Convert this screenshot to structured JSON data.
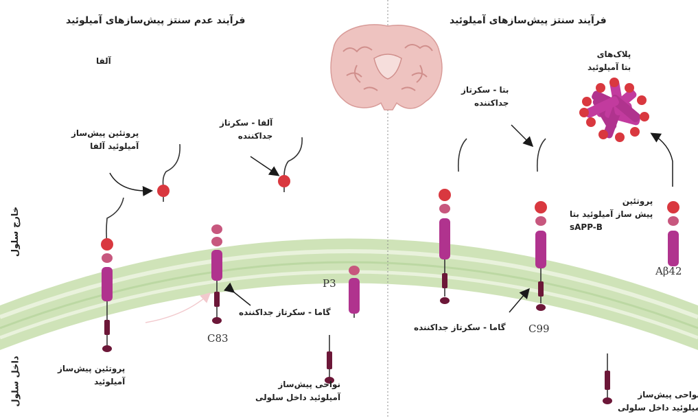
{
  "titles": {
    "left": "فرآیند عدم سنتز پیش‌سازهای آمیلوئید",
    "right": "فرآیند سنتز پیش‌سازهای آمیلوئید"
  },
  "side_labels": {
    "extracellular": "خارج سلول",
    "intracellular": "داخل سلول"
  },
  "left_panel": {
    "alpha": "آلفا",
    "alpha_precursor": [
      "پروتئین پیش‌ساز",
      "آمیلوئید آلفا"
    ],
    "alpha_secretase": [
      "آلفا - سکرتاز",
      "جداکننده"
    ],
    "gamma_secretase": [
      "گاما - سکرتاز جداکننده"
    ],
    "p3": "P3",
    "c83": "C83",
    "app": [
      "پروتئین پیش‌ساز",
      "آمیلوئید"
    ],
    "aicd": [
      "نواحی پیش‌ساز",
      "آمیلوئید داخل سلولی"
    ]
  },
  "right_panel": {
    "plaques": [
      "پلاک‌های",
      "بتا آمیلوئید"
    ],
    "beta_secretase": [
      "بتا - سکرتاز",
      "جداکننده"
    ],
    "sapp_beta": [
      "پروتئین",
      "پیش ساز آمیلوئید بتا",
      "sAPP-B"
    ],
    "abeta42": "Aβ42",
    "gamma_secretase": [
      "گاما - سکرتاز جداکننده"
    ],
    "c99": "C99",
    "aicd": [
      "نواحی پیش‌ساز",
      "میلوئید داخل سلولی"
    ]
  },
  "colors": {
    "membrane": "#cfe3b8",
    "membrane_stripe": "#e9f2dc",
    "red_domain": "#d9383f",
    "pink_domain": "#c7577e",
    "magenta_domain": "#b0338e",
    "dark_domain": "#6c1738",
    "brain": "#eec3c0"
  }
}
